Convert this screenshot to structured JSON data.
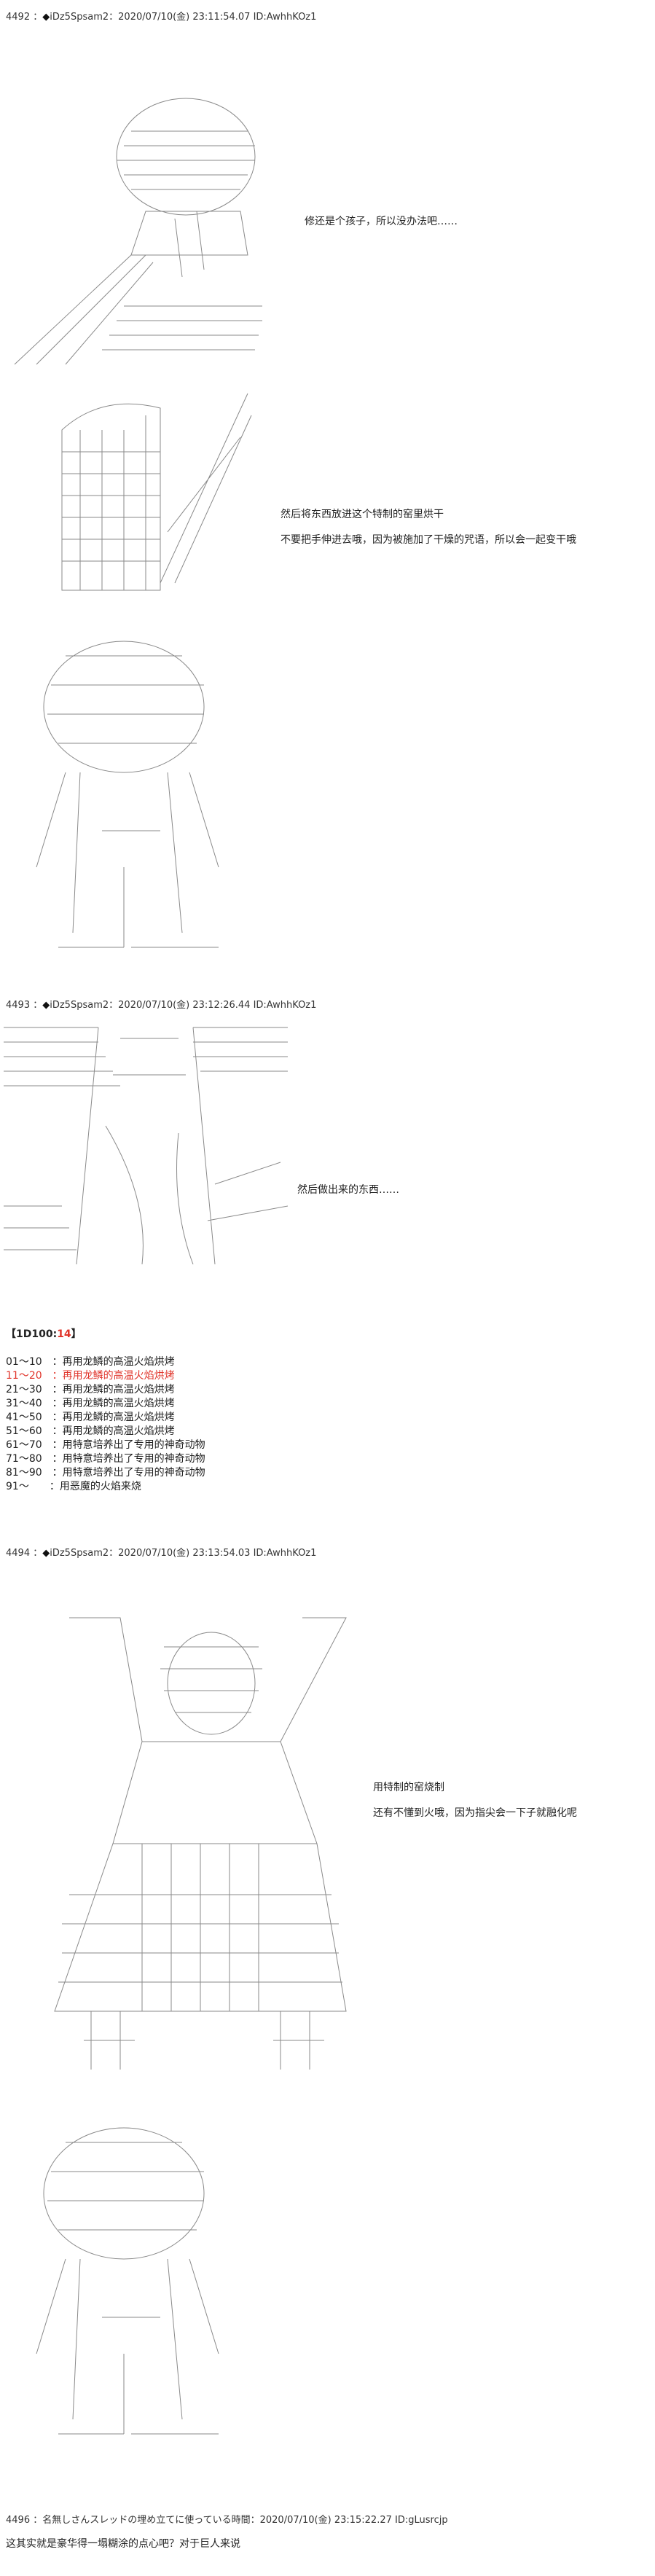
{
  "posts": [
    {
      "id": "post-4492",
      "header": {
        "number": "4492",
        "marker": "◆",
        "trip": "iDz5Spsam2",
        "datetime": "2020/07/10(金) 23:11:54.07",
        "user_id": "ID:AwhhKOz1"
      },
      "lines": [
        "修还是个孩子，所以没办法吧……",
        "然后将东西放进这个特制的窑里烘干",
        "不要把手伸进去哦，因为被施加了干燥的咒语，所以会一起变干哦"
      ]
    },
    {
      "id": "post-4493",
      "header": {
        "number": "4493",
        "marker": "◆",
        "trip": "iDz5Spsam2",
        "datetime": "2020/07/10(金) 23:12:26.44",
        "user_id": "ID:AwhhKOz1"
      },
      "lines": [
        "然后做出来的东西……"
      ],
      "roll": {
        "label": "【1D100:",
        "result": "14",
        "close": "】",
        "entries": [
          {
            "range": "01〜10",
            "text": "再用龙鳞的高温火焰烘烤",
            "highlight": false
          },
          {
            "range": "11〜20",
            "text": "再用龙鳞的高温火焰烘烤",
            "highlight": true
          },
          {
            "range": "21〜30",
            "text": "再用龙鳞的高温火焰烘烤",
            "highlight": false
          },
          {
            "range": "31〜40",
            "text": "再用龙鳞的高温火焰烘烤",
            "highlight": false
          },
          {
            "range": "41〜50",
            "text": "再用龙鳞的高温火焰烘烤",
            "highlight": false
          },
          {
            "range": "51〜60",
            "text": "再用龙鳞的高温火焰烘烤",
            "highlight": false
          },
          {
            "range": "61〜70",
            "text": "用特意培养出了专用的神奇动物",
            "highlight": false
          },
          {
            "range": "71〜80",
            "text": "用特意培养出了专用的神奇动物",
            "highlight": false
          },
          {
            "range": "81〜90",
            "text": "用特意培养出了专用的神奇动物",
            "highlight": false
          },
          {
            "range": "91〜",
            "text": "用恶魔的火焰来烧",
            "highlight": false
          }
        ]
      }
    },
    {
      "id": "post-4494",
      "header": {
        "number": "4494",
        "marker": "◆",
        "trip": "iDz5Spsam2",
        "datetime": "2020/07/10(金) 23:13:54.03",
        "user_id": "ID:AwhhKOz1"
      },
      "lines": [
        "用特制的窑烧制",
        "还有不懂到火哦，因为指尖会一下子就融化呢"
      ]
    },
    {
      "id": "post-4496",
      "header": {
        "number": "4496",
        "title": "名無しさんスレッドの埋め立てに使っている時間",
        "datetime": "2020/07/10(金) 23:15:22.27",
        "user_id": "ID:gLusrcjp"
      },
      "lines": [
        "这其实就是豪华得一塌糊涂的点心吧？对于巨人来说"
      ]
    }
  ],
  "colors": {
    "art": "#8a8a8a",
    "roll_hit": "#e0342a",
    "text": "#222222"
  }
}
